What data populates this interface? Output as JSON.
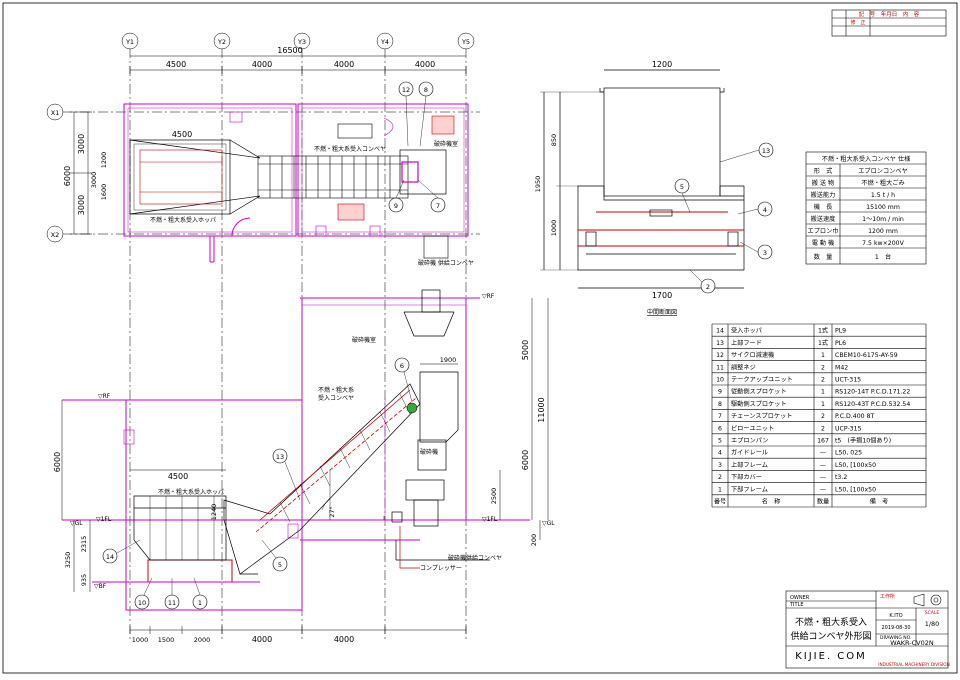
{
  "colors": {
    "building": "#cc00cc",
    "conveyor": "#cc0000",
    "dimension": "#000000",
    "hopper": "#000000",
    "title_red": "#cc0000",
    "grid_axis": "#000000"
  },
  "grid_axes": {
    "columns": [
      "Y1",
      "Y2",
      "Y3",
      "Y4",
      "Y5"
    ],
    "rows": [
      "X1",
      "X2"
    ]
  },
  "plan_dims": {
    "total": "16500",
    "bays": [
      "4500",
      "4000",
      "4000",
      "4000"
    ],
    "left_total": "6000",
    "left_parts": [
      "3000",
      "3000"
    ],
    "inner_3000": "3000",
    "inner_1200": "1200",
    "inner_1600": "1600",
    "hopper_width": "4500"
  },
  "plan_labels": {
    "conveyor": "不燃・粗大系受入コンベヤ",
    "hopper": "不燃・粗大系受入ホッパ",
    "room": "破砕機室",
    "feed_conveyor": "破砕機\n供給コンベヤ"
  },
  "section_dims": {
    "hopper_width": "4500",
    "height_6000_left": "6000",
    "h_3250": "3250",
    "h_2315": "2315",
    "h_935": "935",
    "h_1240": "1240",
    "top_5000": "5000",
    "total_11000": "11000",
    "right_6000": "6000",
    "h_2500": "2500",
    "h_200": "200",
    "w_1900": "1900",
    "angle": "27°",
    "bottom": [
      "1000",
      "1500",
      "2000",
      "4000",
      "4000"
    ]
  },
  "levels": {
    "rf_left": "▽RF",
    "rf_right": "▽RF",
    "fl": "▽1FL",
    "gl": "▽GL",
    "bf": "▽BF"
  },
  "section_labels": {
    "conveyor": "不燃・粗大系\n受入コンベヤ",
    "hopper": "不燃・粗大系受入ホッパ",
    "compressor": "コンプレッサー",
    "shredder_feed": "破砕機供給コンベヤ",
    "shredder": "破砕機",
    "room": "破砕機室"
  },
  "cross_section": {
    "title": "中間断面図",
    "width_top": "1200",
    "width_bottom": "1700",
    "h_1950": "1950",
    "h_850": "850",
    "h_1000": "1000"
  },
  "balloons": [
    "12",
    "8",
    "9",
    "7",
    "13",
    "5",
    "4",
    "3",
    "2",
    "6",
    "13",
    "14",
    "5",
    "10",
    "11",
    "1"
  ],
  "spec_table": {
    "title": "不燃・粗大系受入コンベヤ 仕様",
    "rows": [
      [
        "形　式",
        "エプロンコンベヤ"
      ],
      [
        "搬 送 物",
        "不燃・粗大ごみ"
      ],
      [
        "搬送能力",
        "1.5 t / h"
      ],
      [
        "機　長",
        "15100 mm"
      ],
      [
        "搬送速度",
        "1～10m / min"
      ],
      [
        "エプロン巾",
        "1200 mm"
      ],
      [
        "電 動 機",
        "7.5 kw×200V"
      ],
      [
        "数　量",
        "1　台"
      ]
    ]
  },
  "parts_table": {
    "headers": [
      "番号",
      "名　称",
      "数量",
      "備　考"
    ],
    "rows": [
      [
        "14",
        "受入ホッパ",
        "1式",
        "PL9"
      ],
      [
        "13",
        "上部フード",
        "1式",
        "PL6"
      ],
      [
        "12",
        "サイクロ減速機",
        "1",
        "CBEM10-6175-AY-59"
      ],
      [
        "11",
        "調整ネジ",
        "2",
        "M42"
      ],
      [
        "10",
        "テークアップユニット",
        "2",
        "UCT-315"
      ],
      [
        "9",
        "従動側スプロケット",
        "1",
        "RS120-14T  P.C.D.171.22"
      ],
      [
        "8",
        "駆動側スプロケット",
        "1",
        "RS120-43T  P.C.D.532.54"
      ],
      [
        "7",
        "チェーンスプロケット",
        "2",
        "P.C.D.400  8T"
      ],
      [
        "6",
        "ピローユニット",
        "2",
        "UCP-315"
      ],
      [
        "5",
        "エプロンパン",
        "167",
        "t5　(手摺10個あり)"
      ],
      [
        "4",
        "ガイドレール",
        "—",
        "L50, 025"
      ],
      [
        "3",
        "上部フレーム",
        "—",
        "L50, [100x50"
      ],
      [
        "2",
        "下部カバー",
        "—",
        "t3.2"
      ],
      [
        "1",
        "下部フレーム",
        "—",
        "L50, [100x50"
      ]
    ]
  },
  "revision": {
    "header": "記　号　年月日　内　容",
    "row": "修　正"
  },
  "title_block": {
    "owner": "OWNER",
    "title_key": "TITLE",
    "title_line1": "不燃・粗大系受入",
    "title_line2": "供給コンベヤ外形図",
    "company": "KIJIE. COM",
    "company_note": "INDUSTRIAL MACHINERY DIVISION",
    "drawing_no_key": "DRAWING NO.",
    "drawing_no": "WAKR-CV02N",
    "scale_key": "SCALE",
    "scale": "1/80",
    "date": "2019-08-30",
    "drawn": "K.ITO",
    "tag": "工作所"
  }
}
